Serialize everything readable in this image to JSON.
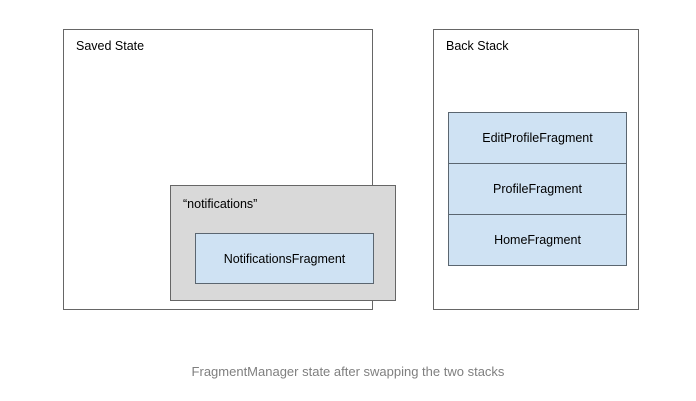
{
  "caption": "FragmentManager state after swapping the two stacks",
  "colors": {
    "background": "#ffffff",
    "fragment_fill": "#cfe2f3",
    "fragment_stroke": "#5b6670",
    "group_fill": "#d9d9d9",
    "container_stroke": "#666666",
    "text": "#000000",
    "caption_text": "#7f7f7f"
  },
  "saved_state": {
    "title": "Saved State",
    "group": {
      "key": "“notifications”",
      "fragment": "NotificationsFragment"
    }
  },
  "back_stack": {
    "title": "Back Stack",
    "entries": [
      {
        "label": "EditProfileFragment"
      },
      {
        "label": "ProfileFragment"
      },
      {
        "label": "HomeFragment"
      }
    ]
  }
}
